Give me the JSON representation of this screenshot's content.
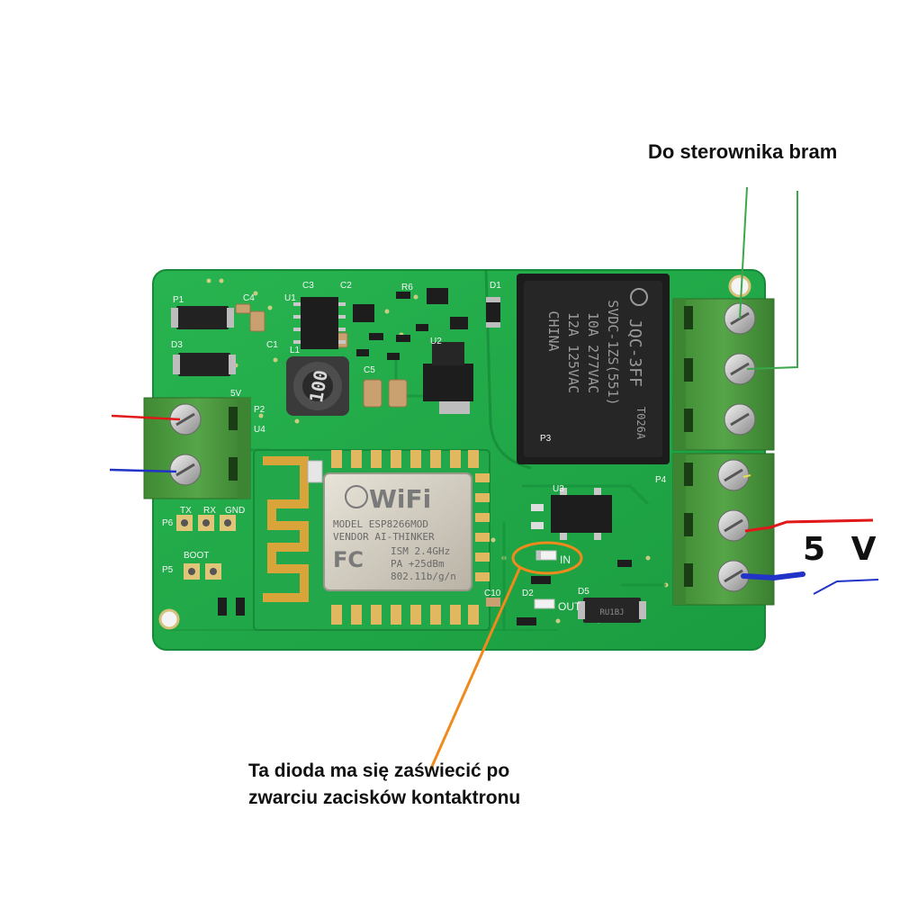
{
  "annotations": {
    "top_label": "Do sterownika bram",
    "voltage_label": "5 V",
    "bottom_line1": "Ta dioda ma się zaświecić po",
    "bottom_line2": "zwarciu zacisków kontaktronu"
  },
  "board": {
    "silkscreen": {
      "p1": "P1",
      "p2": "P2",
      "p3": "P3",
      "p4": "P4",
      "p5": "P5",
      "p6": "P6",
      "d1": "D1",
      "d2": "D2",
      "d3": "D3",
      "d5": "D5",
      "u1": "U1",
      "u2": "U2",
      "u3": "U3",
      "u4": "U4",
      "c1": "C1",
      "c2": "C2",
      "c3": "C3",
      "c4": "C4",
      "c5": "C5",
      "c10": "C10",
      "l1": "L1",
      "r6": "R6",
      "tx": "TX",
      "rx": "RX",
      "gnd": "GND",
      "boot": "BOOT",
      "in": "IN",
      "out": "OUT",
      "v5": "5V"
    },
    "module": {
      "wifi": "WiFi",
      "line1": "MODEL  ESP8266MOD",
      "line2": "VENDOR AI-THINKER",
      "fc": "FC",
      "line3": "ISM 2.4GHz",
      "line4": "PA  +25dBm",
      "line5": "802.11b/g/n"
    },
    "relay": {
      "model": "JQC-3FF",
      "coil": "SVDC-1ZS(551)",
      "rating1": "10A 277VAC",
      "rating2": "12A 125VAC",
      "origin": "CHINA",
      "code": "T026A"
    },
    "inductor_code": "100",
    "diode_code": "RU1BJ"
  },
  "colors": {
    "pcb": "#1fa846",
    "pcb_dark": "#128a35",
    "terminal": "#4c9a3d",
    "wire_green": "#3aa84a",
    "wire_red": "#e01818",
    "wire_blue": "#2233c8",
    "callout": "#f08a1c"
  }
}
